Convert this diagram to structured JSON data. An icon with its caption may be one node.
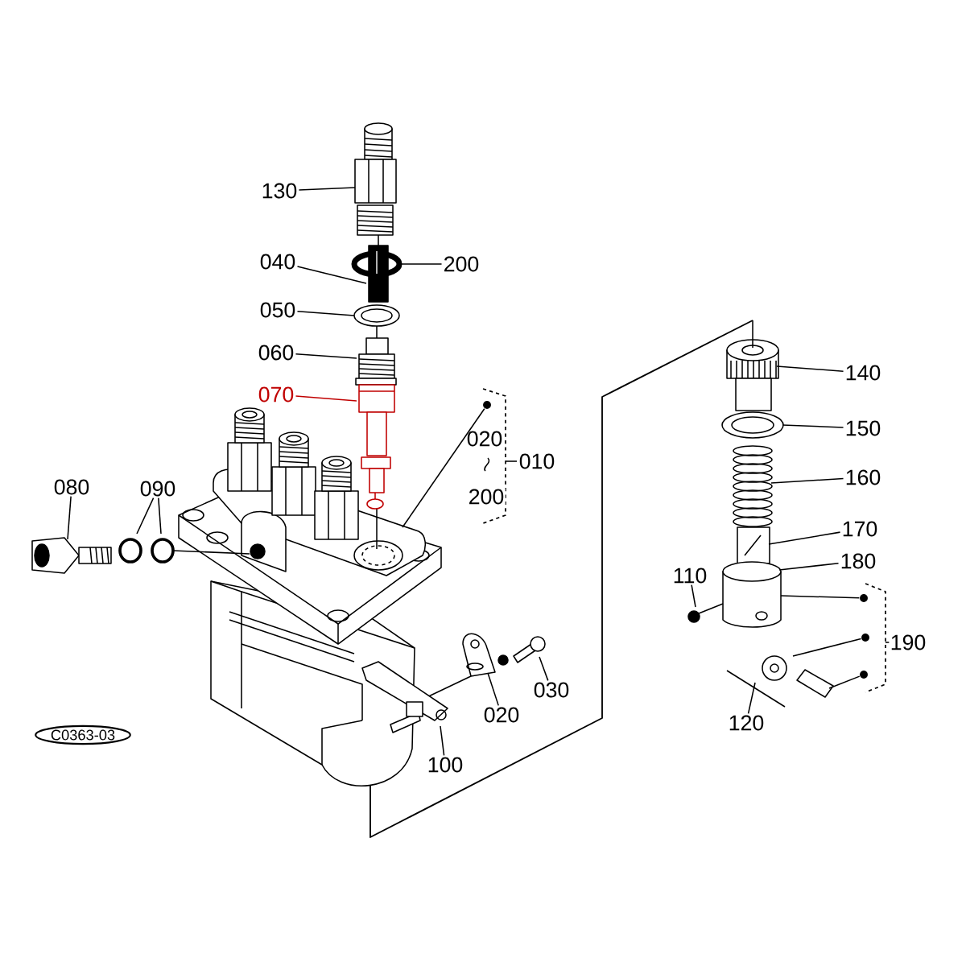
{
  "diagram": {
    "nodes": [
      {
        "text": [
          "130"
        ]
      },
      {
        "text": [
          "040"
        ]
      },
      {
        "text": [
          "200"
        ]
      },
      {
        "text": [
          "050"
        ]
      },
      {
        "text": [
          "060"
        ]
      },
      {
        "text": [
          "070"
        ]
      },
      {
        "text": [
          "080"
        ]
      },
      {
        "text": [
          "090"
        ]
      },
      {
        "text": [
          "140"
        ]
      },
      {
        "text": [
          "150"
        ]
      },
      {
        "text": [
          "160"
        ]
      },
      {
        "text": [
          "170"
        ]
      },
      {
        "text": [
          "180"
        ]
      },
      {
        "text": [
          "110"
        ]
      },
      {
        "text": [
          "030"
        ]
      },
      {
        "text": [
          "020"
        ]
      },
      {
        "text": [
          "120"
        ]
      },
      {
        "text": [
          "100"
        ]
      },
      {
        "text": [
          "C0363-03"
        ]
      },
      {
        "text": [],
        "shape": "circle"
      },
      {
        "text": [],
        "shape": "circle"
      },
      {
        "text": [],
        "shape": "circle"
      },
      {
        "text": [],
        "shape": "circle"
      }
    ],
    "edges": [
      {
        "from": 0,
        "to": null,
        "arrow": "none"
      },
      {
        "from": 1,
        "to": null,
        "arrow": "none"
      },
      {
        "from": 2,
        "to": null,
        "arrow": "none"
      },
      {
        "from": 3,
        "to": null,
        "arrow": "none"
      },
      {
        "from": 4,
        "to": null,
        "arrow": "none"
      },
      {
        "from": 5,
        "to": null,
        "arrow": "none",
        "color": "#c00000"
      },
      {
        "from": 6,
        "to": null,
        "arrow": "none"
      },
      {
        "from": 7,
        "to": null,
        "arrow": "none"
      },
      {
        "from": 7,
        "to": null,
        "arrow": "none"
      },
      {
        "from": 8,
        "to": null,
        "arrow": "none"
      },
      {
        "from": 9,
        "to": null,
        "arrow": "none"
      },
      {
        "from": 10,
        "to": null,
        "arrow": "none"
      },
      {
        "from": 11,
        "to": null,
        "arrow": "none"
      },
      {
        "from": 12,
        "to": null,
        "arrow": "none"
      },
      {
        "from": 13,
        "to": null,
        "arrow": "none"
      },
      {
        "from": 14,
        "to": null,
        "arrow": "none"
      },
      {
        "from": 15,
        "to": null,
        "arrow": "none"
      },
      {
        "from": 16,
        "to": null,
        "arrow": "none"
      },
      {
        "from": 17,
        "to": null,
        "arrow": "none"
      },
      {
        "from": 19,
        "to": null,
        "arrow": "none"
      },
      {
        "from": 20,
        "to": null,
        "arrow": "none"
      },
      {
        "from": 21,
        "to": null,
        "arrow": "none"
      },
      {
        "from": 22,
        "to": null,
        "arrow": "none"
      }
    ],
    "labels": [
      "020",
      "200",
      "010",
      "190"
    ]
  }
}
